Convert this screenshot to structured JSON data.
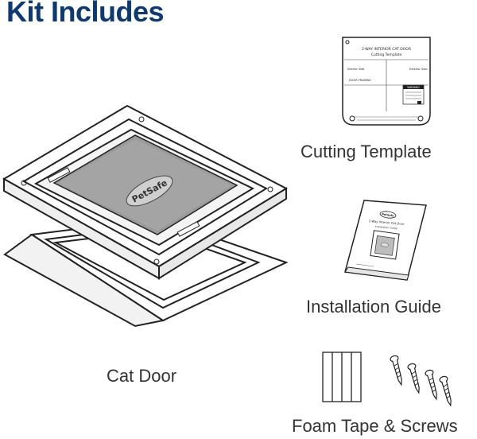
{
  "header": {
    "title": "Kit Includes"
  },
  "items": [
    {
      "label": "Cat Door",
      "icon": "cat-door-icon"
    },
    {
      "label": "Cutting Template",
      "icon": "cutting-template-icon"
    },
    {
      "label": "Installation Guide",
      "icon": "installation-guide-icon"
    },
    {
      "label": "Foam Tape & Screws",
      "icon": "foam-tape-screws-icon"
    }
  ],
  "template_sheet": {
    "heading": "2-WAY INTERIOR CAT DOOR",
    "subheading": "Cutting Template",
    "col_left": "Interior Side",
    "col_right": "Exterior Side",
    "row_label": "DOOR FRAMING",
    "warning": "WARNING"
  },
  "guide_booklet": {
    "brand": "PetSafe",
    "model": "2-Way Interior Cat Door",
    "subtitle": "Installation Guide"
  },
  "colors": {
    "title": "#0d3a73",
    "label": "#333333",
    "line": "#222222",
    "flap": "#9a9a9a"
  }
}
